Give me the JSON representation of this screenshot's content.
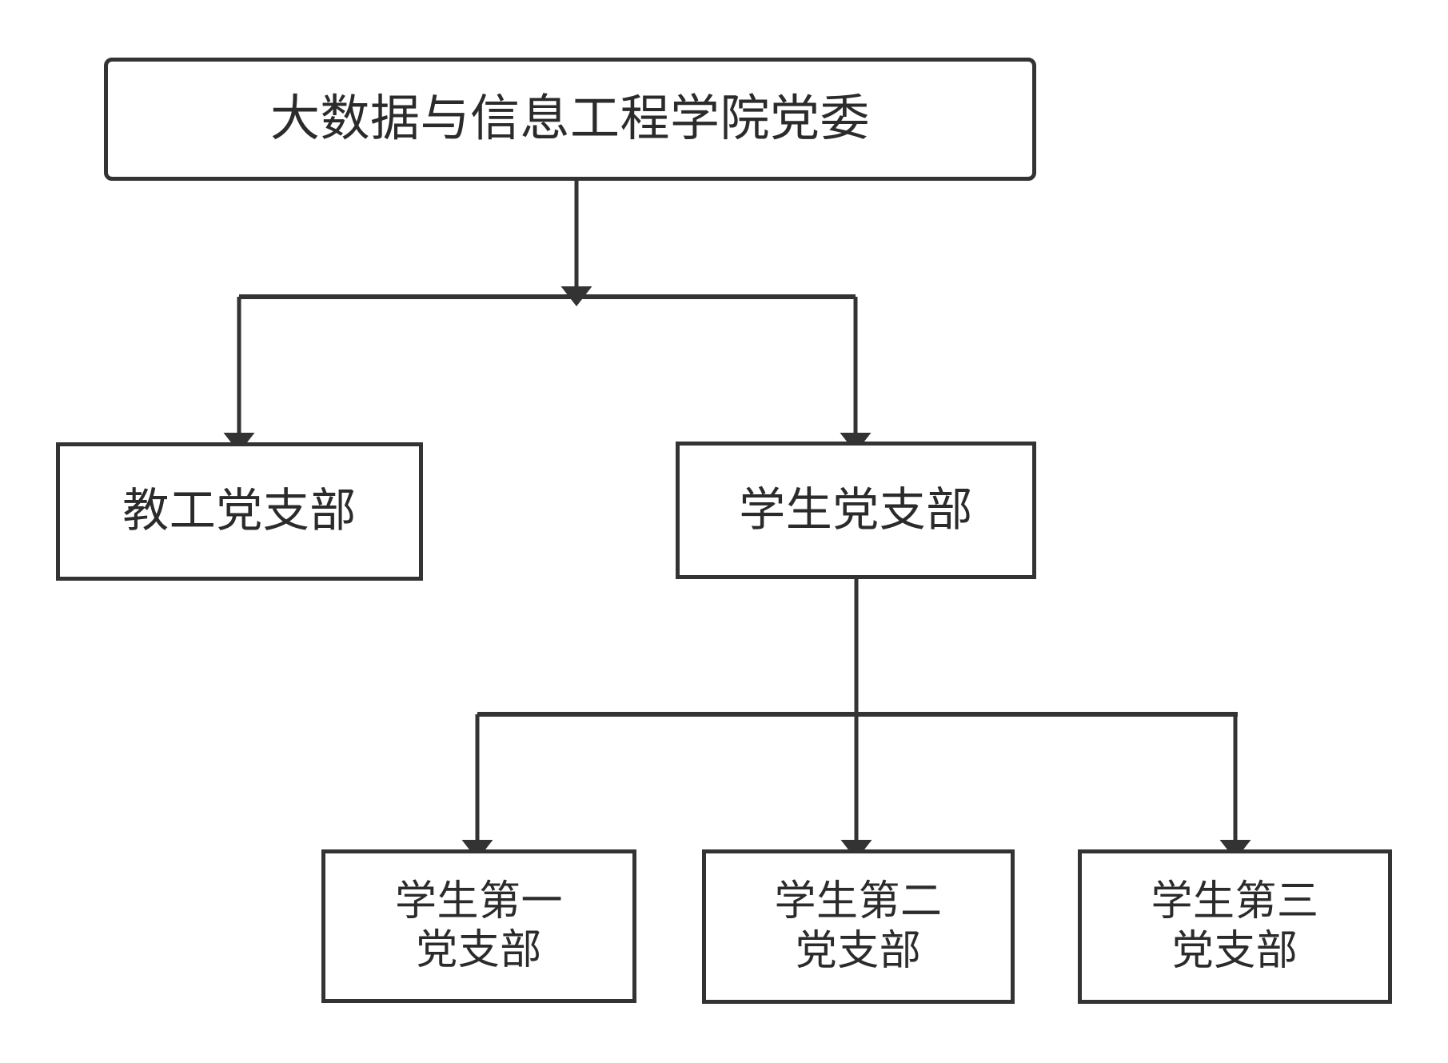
{
  "diagram": {
    "type": "organization-chart",
    "orientation": "top-down",
    "background_color": "#ffffff",
    "line_color": "#333333",
    "text_color": "#2b2b2b",
    "nodes": [
      {
        "id": "root",
        "label": "大数据与信息工程学院党委",
        "level": 0,
        "shape": "rounded-rectangle"
      },
      {
        "id": "faculty",
        "label": "教工党支部",
        "level": 1,
        "shape": "rectangle"
      },
      {
        "id": "student",
        "label": "学生党支部",
        "level": 1,
        "shape": "rectangle"
      },
      {
        "id": "student-1",
        "label": "学生第一\n党支部",
        "level": 2,
        "shape": "rectangle"
      },
      {
        "id": "student-2",
        "label": "学生第二\n党支部",
        "level": 2,
        "shape": "rectangle"
      },
      {
        "id": "student-3",
        "label": "学生第三\n党支部",
        "level": 2,
        "shape": "rectangle"
      }
    ],
    "edges": [
      {
        "from": "root",
        "to": "faculty",
        "arrow": "end"
      },
      {
        "from": "root",
        "to": "student",
        "arrow": "end"
      },
      {
        "from": "student",
        "to": "student-1",
        "arrow": "end"
      },
      {
        "from": "student",
        "to": "student-2",
        "arrow": "end"
      },
      {
        "from": "student",
        "to": "student-3",
        "arrow": "end"
      }
    ]
  }
}
